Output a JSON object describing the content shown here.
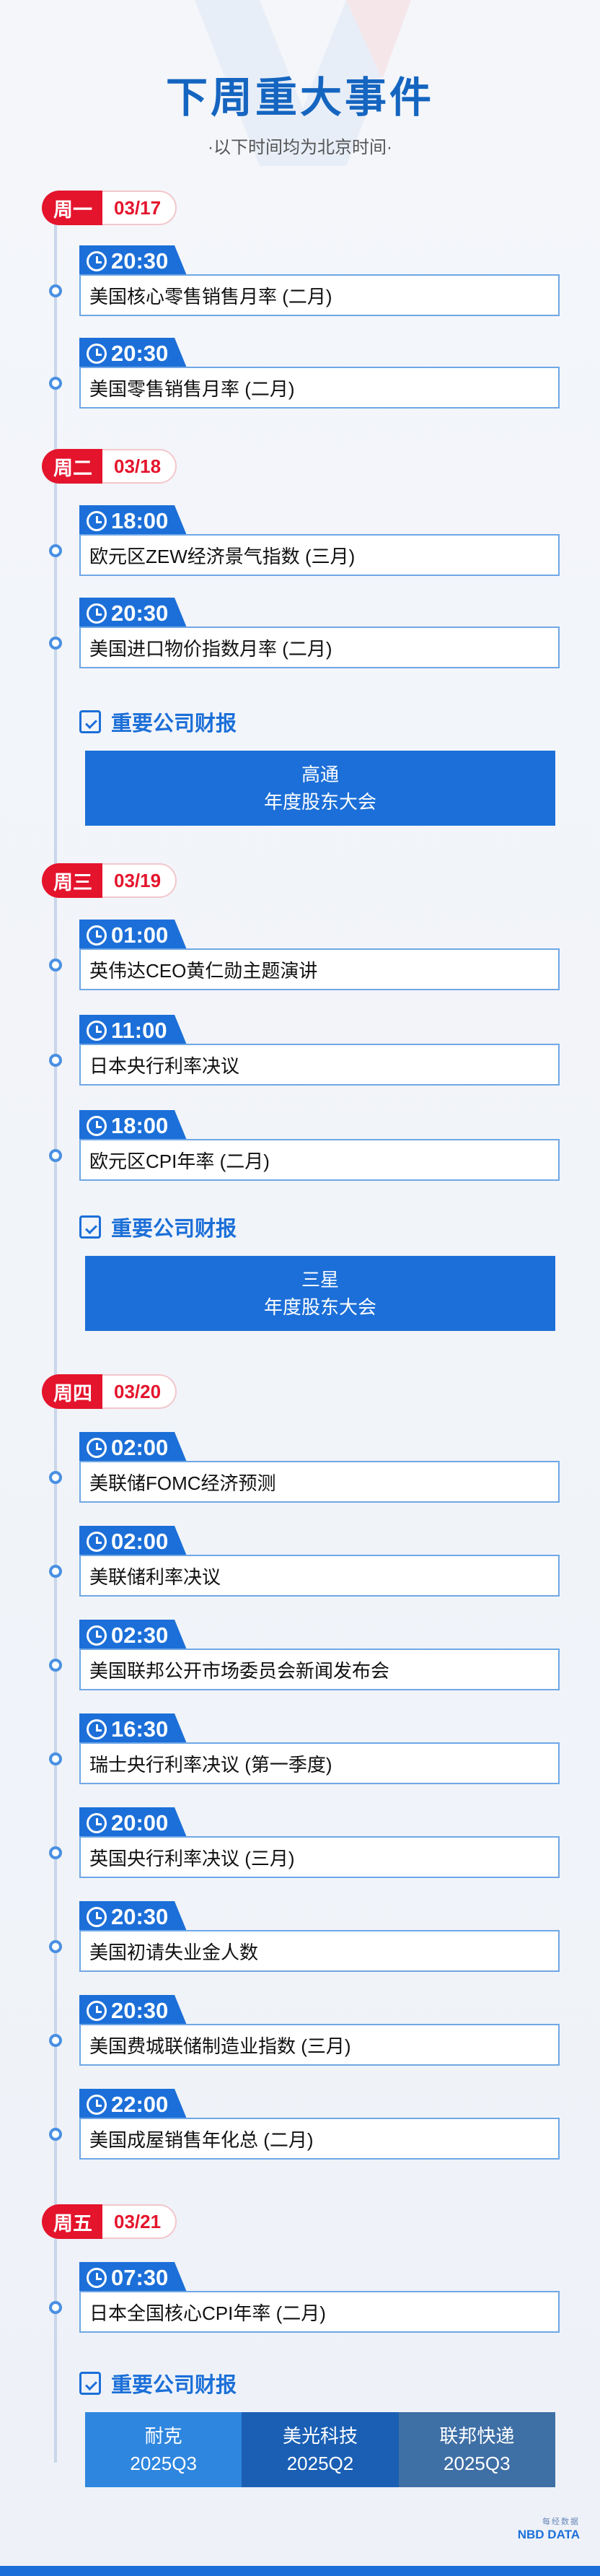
{
  "title": "下周重大事件",
  "subtitle": "·以下时间均为北京时间·",
  "section_label": "重要公司财报",
  "days": [
    {
      "badge": "周一",
      "date": "03/17",
      "events": [
        {
          "time": "20:30",
          "text": "美国核心零售销售月率 (二月)"
        },
        {
          "time": "20:30",
          "text": "美国零售销售月率 (二月)"
        }
      ]
    },
    {
      "badge": "周二",
      "date": "03/18",
      "events": [
        {
          "time": "18:00",
          "text": "欧元区ZEW经济景气指数 (三月)"
        },
        {
          "time": "20:30",
          "text": "美国进口物价指数月率 (二月)"
        }
      ],
      "report": {
        "line1": "高通",
        "line2": "年度股东大会"
      }
    },
    {
      "badge": "周三",
      "date": "03/19",
      "events": [
        {
          "time": "01:00",
          "text": "英伟达CEO黄仁勋主题演讲"
        },
        {
          "time": "11:00",
          "text": "日本央行利率决议"
        },
        {
          "time": "18:00",
          "text": "欧元区CPI年率 (二月)"
        }
      ],
      "report": {
        "line1": "三星",
        "line2": "年度股东大会"
      }
    },
    {
      "badge": "周四",
      "date": "03/20",
      "events": [
        {
          "time": "02:00",
          "text": "美联储FOMC经济预测"
        },
        {
          "time": "02:00",
          "text": "美联储利率决议"
        },
        {
          "time": "02:30",
          "text": "美国联邦公开市场委员会新闻发布会"
        },
        {
          "time": "16:30",
          "text": "瑞士央行利率决议 (第一季度)"
        },
        {
          "time": "20:00",
          "text": "英国央行利率决议 (三月)"
        },
        {
          "time": "20:30",
          "text": "美国初请失业金人数"
        },
        {
          "time": "20:30",
          "text": "美国费城联储制造业指数 (三月)"
        },
        {
          "time": "22:00",
          "text": "美国成屋销售年化总 (二月)"
        }
      ]
    },
    {
      "badge": "周五",
      "date": "03/21",
      "events": [
        {
          "time": "07:30",
          "text": "日本全国核心CPI年率 (二月)"
        }
      ],
      "reports": [
        {
          "line1": "耐克",
          "line2": "2025Q3"
        },
        {
          "line1": "美光科技",
          "line2": "2025Q2"
        },
        {
          "line1": "联邦快递",
          "line2": "2025Q3"
        }
      ]
    }
  ],
  "footer": {
    "cn": "每经数据",
    "en": "NBD DATA"
  }
}
